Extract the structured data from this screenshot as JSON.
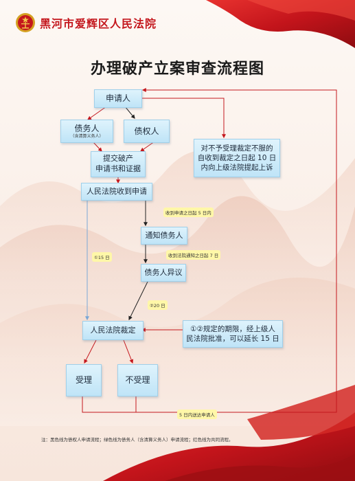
{
  "header": {
    "court_name": "黑河市爱辉区人民法院"
  },
  "title": "办理破产立案审查流程图",
  "nodes": {
    "applicant": "申请人",
    "debtor": "债务人",
    "debtor_sub": "（含清算义务人）",
    "creditor": "债权人",
    "submit_line1": "提交破产",
    "submit_line2": "申请书和证据",
    "court_receive": "人民法院收到申请",
    "notify_debtor": "通知债务人",
    "debtor_objection": "债务人异议",
    "court_ruling": "人民法院裁定",
    "accept": "受理",
    "reject": "不受理",
    "appeal_line1": "对不予受理裁定不服的",
    "appeal_line2": "自收到裁定之日起 10 日",
    "appeal_line3": "内向上级法院提起上诉",
    "extension_line1": "①②规定的期限，经上级人",
    "extension_line2": "民法院批准，可以延长 15 日"
  },
  "notes": {
    "five_days": "收到申请之日起 5 日内",
    "seven_days": "收到法院通知之日起 7 日",
    "fifteen_days": "①15 日",
    "twenty_days": "②20 日",
    "serve_five_days": "5 日内送达申请人"
  },
  "footnote": "注：黑色线为债权人申请流程；绿色线为债务人（含清算义务人）申请流程；红色线为共同流程。",
  "colors": {
    "red": "#c4171d",
    "black": "#222222",
    "green": "#7aa7d6",
    "box_fill": "#cfeaf8"
  }
}
